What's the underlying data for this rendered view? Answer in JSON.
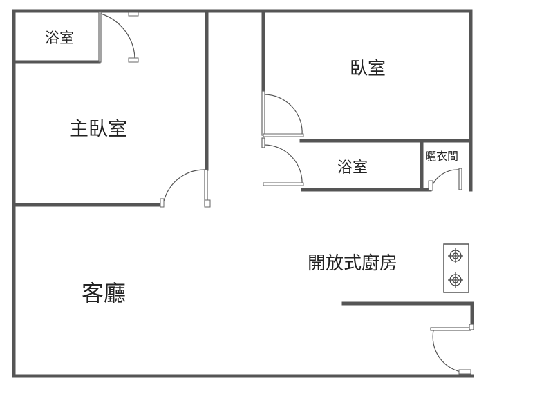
{
  "rooms": {
    "bath_top_left": "浴室",
    "master_bedroom": "主臥室",
    "bedroom": "臥室",
    "bath_middle": "浴室",
    "laundry": "曬衣間",
    "kitchen": "開放式廚房",
    "living_room": "客廳"
  },
  "icons": {
    "stove": "stove-icon",
    "door": "door-icon"
  },
  "colors": {
    "wall": "#555555",
    "line": "#666666",
    "text": "#222222",
    "background": "#ffffff"
  }
}
